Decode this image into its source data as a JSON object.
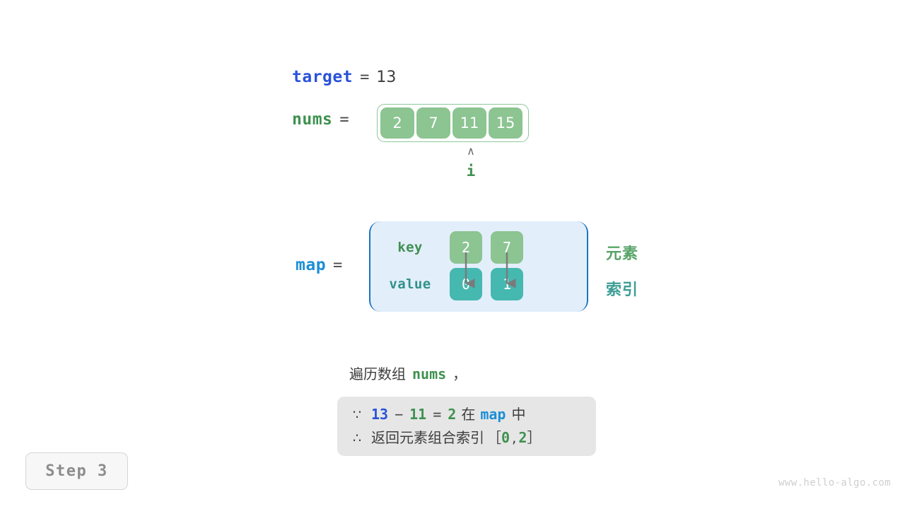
{
  "target": {
    "name": "target",
    "equals": "=",
    "value": "13"
  },
  "nums": {
    "name": "nums",
    "equals": "=",
    "cells": [
      "2",
      "7",
      "11",
      "15"
    ],
    "pointer": {
      "caret": "∧",
      "label": "i",
      "index": 2
    }
  },
  "map": {
    "name": "map",
    "equals": "=",
    "key_label": "key",
    "value_label": "value",
    "keys": [
      "2",
      "7"
    ],
    "values": [
      "0",
      "1"
    ],
    "annotations": {
      "element": "元素",
      "index": "索引"
    }
  },
  "caption": {
    "prefix": "遍历数组",
    "code": "nums",
    "suffix": "，"
  },
  "note": {
    "line1": {
      "symbol": "∵",
      "a": "13",
      "minus": "−",
      "b": "11",
      "eq": "=",
      "c": "2",
      "in": "在",
      "map": "map",
      "tail": "中"
    },
    "line2": {
      "symbol": "∴",
      "text": "返回元素组合索引",
      "bracket_open": "［",
      "i0": "0",
      "comma": ",",
      "i1": "2",
      "bracket_close": "］"
    }
  },
  "step_badge": "Step 3",
  "watermark": "www.hello-algo.com",
  "colors": {
    "target_blue": "#2a52d8",
    "map_blue": "#1b8ed6",
    "green": "#3f9150",
    "cell_green": "#8cc492",
    "cell_teal": "#45b8b0",
    "map_bg": "#e3eefb",
    "map_border": "#1a74c0",
    "note_bg": "#e6e6e6",
    "annot_element": "#57a468",
    "annot_index": "#3d9e95",
    "arrow_gray": "#7a7a7a"
  }
}
